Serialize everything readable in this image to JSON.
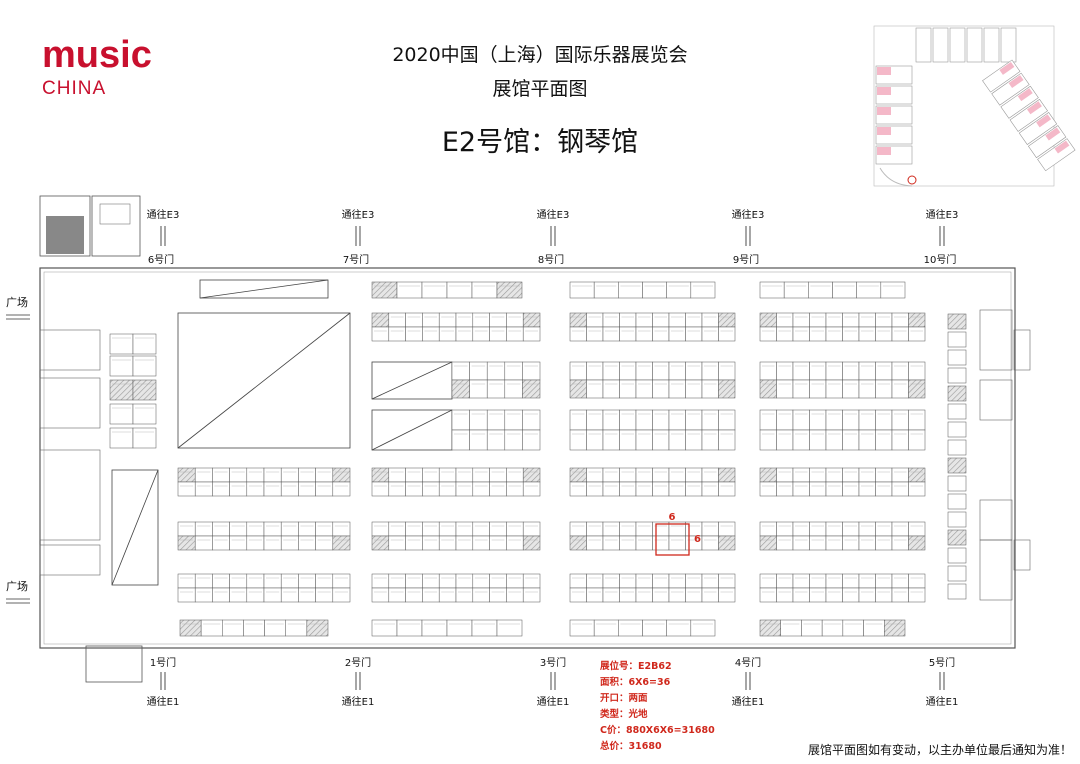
{
  "logo": {
    "word": "music",
    "sub": "CHINA"
  },
  "title": {
    "line1": "2020中国（上海）国际乐器展览会",
    "line2": "展馆平面图",
    "hall": "E2号馆：钢琴馆"
  },
  "gates_top": [
    {
      "passage": "通往E3",
      "gate": "6号门"
    },
    {
      "passage": "通往E3",
      "gate": "7号门"
    },
    {
      "passage": "通往E3",
      "gate": "8号门"
    },
    {
      "passage": "通往E3",
      "gate": "9号门"
    },
    {
      "passage": "通往E3",
      "gate": "10号门"
    }
  ],
  "gates_bottom": [
    {
      "passage": "通往E1",
      "gate": "1号门"
    },
    {
      "passage": "通往E1",
      "gate": "2号门"
    },
    {
      "passage": "通往E1",
      "gate": "3号门"
    },
    {
      "passage": "通往E1",
      "gate": "4号门"
    },
    {
      "passage": "通往E1",
      "gate": "5号门"
    }
  ],
  "plaza_labels": [
    "广场",
    "广场"
  ],
  "highlight": {
    "dim_top": "6",
    "dim_side": "6"
  },
  "booth_info": {
    "booth_no": "展位号：E2B62",
    "area": "面积：6X6=36",
    "opening": "开口：两面",
    "type": "类型：光地",
    "c_price": "C价：880X6X6=31680",
    "total": "总价：31680"
  },
  "footnote": "展馆平面图如有变动，以主办单位最后通知为准！",
  "colors": {
    "brand": "#c8102e",
    "highlight": "#d0281c",
    "hatch": "#b8b8b8",
    "mini_booth": "#f4b8c8"
  }
}
